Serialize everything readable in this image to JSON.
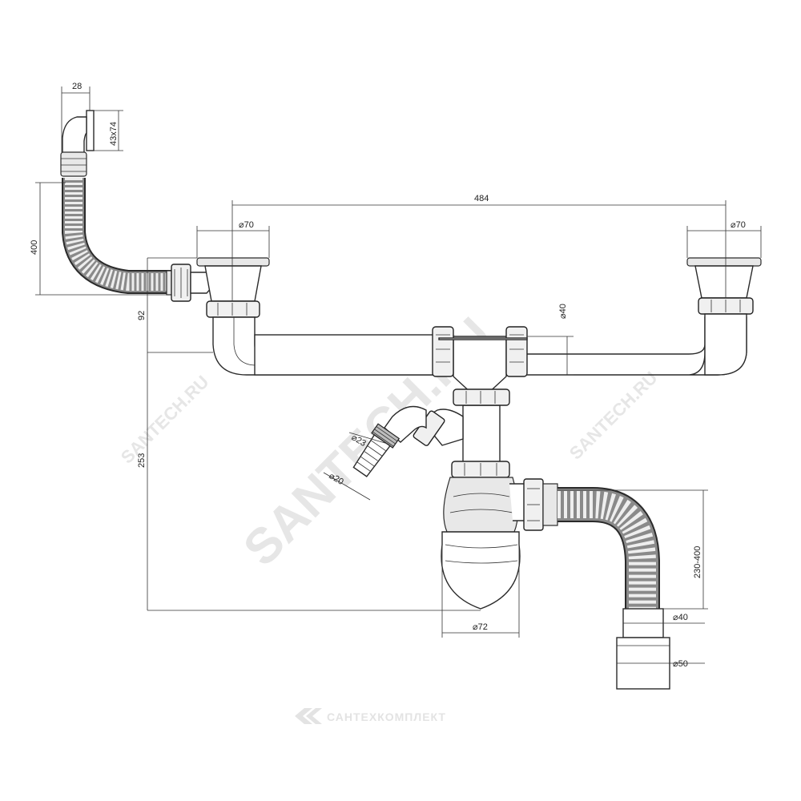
{
  "dimensions": {
    "outlet_width": "28",
    "outlet_size": "43x74",
    "overflow_hose_length": "400",
    "bowl_spacing": "484",
    "bowl_left_diameter": "⌀70",
    "bowl_right_diameter": "⌀70",
    "pipe_diameter": "⌀40",
    "height_92": "92",
    "height_253": "253",
    "nozzle_23": "⌀23",
    "nozzle_20": "⌀20",
    "bottle_diameter": "⌀72",
    "drain_hose_length": "230-400",
    "outlet_40": "⌀40",
    "outlet_50": "⌀50"
  },
  "watermark": {
    "main": "SANTECH.RU",
    "side_left": "SANTECH.RU",
    "side_right": "SANTECH.RU"
  },
  "brand": {
    "name": "САНТЕХКОМПЛЕКТ",
    "logo_icon": "santech-logo-icon"
  }
}
